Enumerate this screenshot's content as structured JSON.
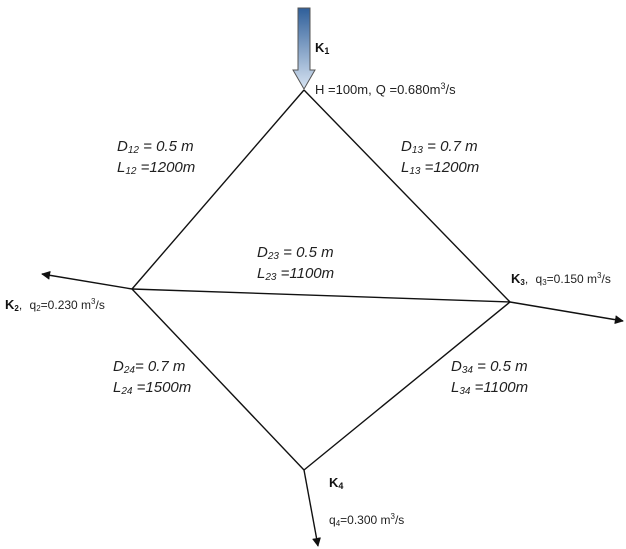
{
  "nodes": {
    "k1": {
      "letter": "K",
      "index": "1"
    },
    "k2": {
      "letter": "K",
      "index": "2",
      "sep": ",",
      "q_letter": "q",
      "q_index": "2",
      "q_value": "=0.230 m",
      "q_exp": "3",
      "q_unit": "/s"
    },
    "k3": {
      "letter": "K",
      "index": "3",
      "sep": ",",
      "q_letter": "q",
      "q_index": "3",
      "q_value": "=0.150 m",
      "q_exp": "3",
      "q_unit": "/s"
    },
    "k4": {
      "letter": "K",
      "index": "4",
      "q_letter": "q",
      "q_index": "4",
      "q_value": "=0.300 m",
      "q_exp": "3",
      "q_unit": "/s"
    }
  },
  "source": {
    "head": "H =100m",
    "sep": ",",
    "flow": "Q =0.680m",
    "flow_exp": "3",
    "flow_unit": "/s"
  },
  "pipes": {
    "p12": {
      "d_letter": "D",
      "d_index": "12",
      "d_value": " = 0.5 m",
      "l_letter": "L",
      "l_index": "12",
      "l_value": " =1200m"
    },
    "p13": {
      "d_letter": "D",
      "d_index": "13",
      "d_value": " = 0.7 m",
      "l_letter": "L",
      "l_index": "13",
      "l_value": " =1200m"
    },
    "p23": {
      "d_letter": "D",
      "d_index": "23",
      "d_value": " = 0.5 m",
      "l_letter": "L",
      "l_index": "23",
      "l_value": " =1100m"
    },
    "p24": {
      "d_letter": "D",
      "d_index": "24",
      "d_value": "= 0.7 m",
      "l_letter": "L",
      "l_index": "24",
      "l_value": " =1500m"
    },
    "p34": {
      "d_letter": "D",
      "d_index": "34",
      "d_value": " = 0.5 m",
      "l_letter": "L",
      "l_index": "34",
      "l_value": " =1100m"
    }
  },
  "colors": {
    "line": "#111111",
    "inflow_arrow_top": "#2f5f9a",
    "inflow_arrow_bottom": "#d8e4f2",
    "inflow_arrow_outline": "#555555"
  }
}
